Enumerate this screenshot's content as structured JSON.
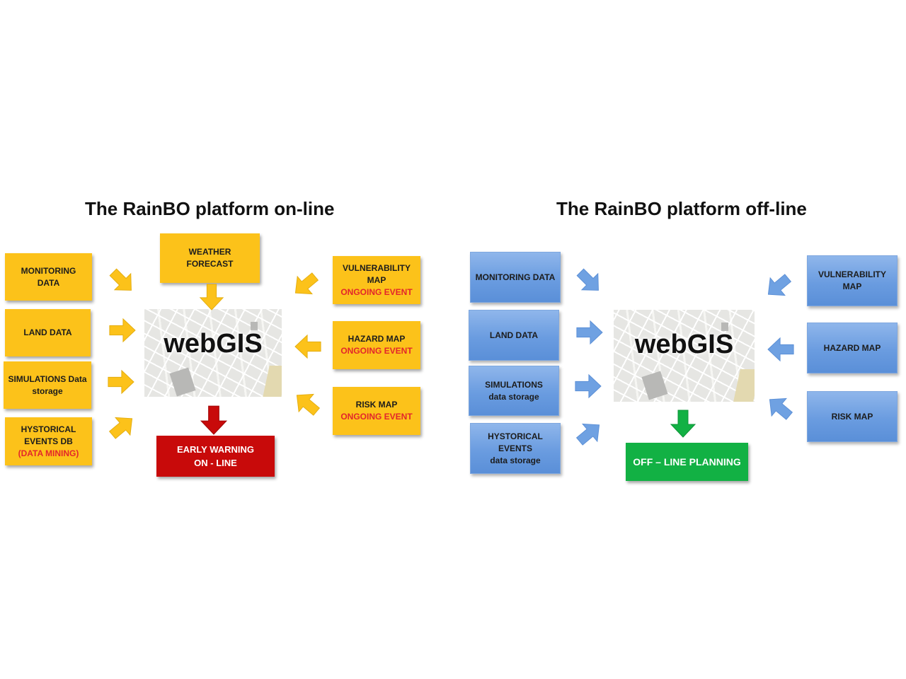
{
  "online": {
    "title": "The RainBO platform on-line",
    "inputs_left": [
      {
        "lines": [
          "MONITORING",
          "DATA"
        ]
      },
      {
        "lines": [
          "LAND DATA"
        ]
      },
      {
        "lines": [
          "SIMULATIONS Data",
          "storage"
        ]
      },
      {
        "lines": [
          "HYSTORICAL",
          "EVENTS DB"
        ],
        "highlight": "(DATA MINING)"
      }
    ],
    "input_top": {
      "lines": [
        "WEATHER FORECAST"
      ]
    },
    "inputs_right": [
      {
        "lines": [
          "VULNERABILITY",
          "MAP"
        ],
        "highlight": "ONGOING EVENT"
      },
      {
        "lines": [
          "HAZARD MAP"
        ],
        "highlight": "ONGOING EVENT"
      },
      {
        "lines": [
          "RISK MAP"
        ],
        "highlight": "ONGOING EVENT"
      }
    ],
    "center_label": "webGIS",
    "output": {
      "lines": [
        "EARLY WARNING",
        "ON - LINE"
      ]
    }
  },
  "offline": {
    "title": "The RainBO platform off-line",
    "inputs_left": [
      {
        "lines": [
          "MONITORING DATA"
        ]
      },
      {
        "lines": [
          "LAND DATA"
        ]
      },
      {
        "lines": [
          "SIMULATIONS",
          "data storage"
        ]
      },
      {
        "lines": [
          "HYSTORICAL",
          "EVENTS",
          "data storage"
        ]
      }
    ],
    "inputs_right": [
      {
        "lines": [
          "VULNERABILITY",
          "MAP"
        ]
      },
      {
        "lines": [
          "HAZARD MAP"
        ]
      },
      {
        "lines": [
          "RISK MAP"
        ]
      }
    ],
    "center_label": "webGIS",
    "output": {
      "lines": [
        "OFF – LINE PLANNING"
      ]
    }
  },
  "colors": {
    "online_box": "#fcc21a",
    "online_arrow": "#fcc21a",
    "highlight_text": "#e3262b",
    "online_output": "#c80a0a",
    "offline_box": "#6a9ce0",
    "offline_arrow": "#6fa1e2",
    "offline_output": "#12b144"
  }
}
